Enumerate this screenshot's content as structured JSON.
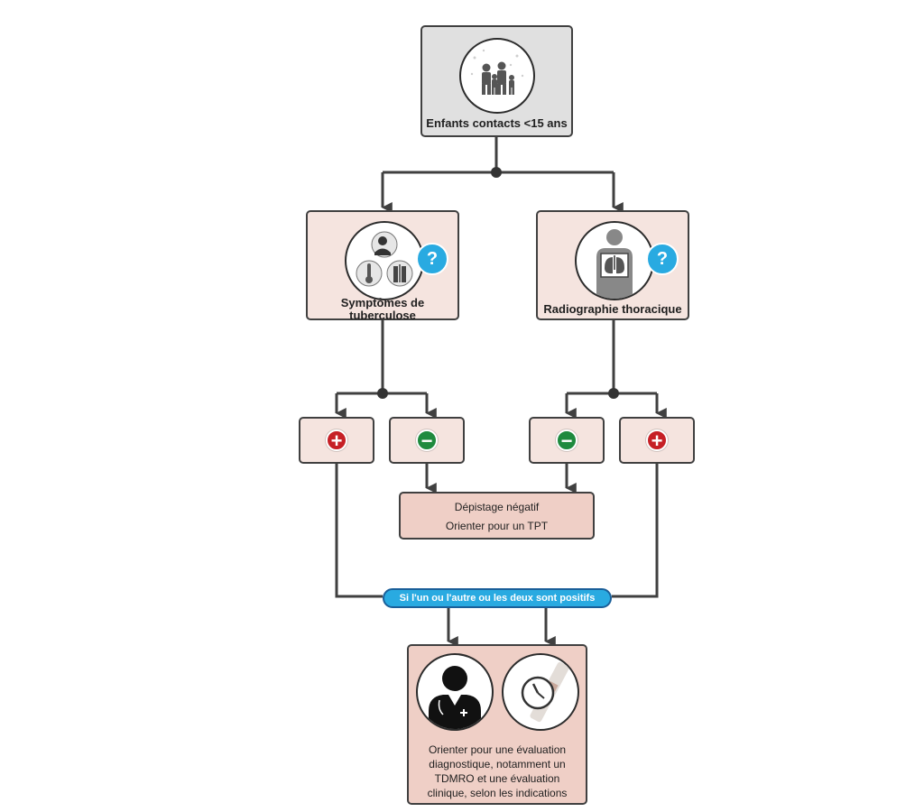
{
  "top": {
    "label": "Enfants contacts <15 ans",
    "icon": "family-icon"
  },
  "symptoms": {
    "label": "Symptômes de tuberculose",
    "icon": "symptoms-icon",
    "badge": "?"
  },
  "xray": {
    "label": "Radiographie thoracique",
    "icon": "chest-xray-icon",
    "badge": "?"
  },
  "signs": {
    "plus": "+",
    "minus": "−"
  },
  "negative": {
    "line1": "Dépistage négatif",
    "line2": "Orienter pour un TPT"
  },
  "positive_label": "Si l'un ou l'autre ou les deux sont positifs",
  "final": {
    "label": "Orienter pour une évaluation diagnostique, notamment un TDMRO et une évaluation clinique, selon les indications",
    "icons": [
      "clinician-icon",
      "test-timer-icon"
    ]
  },
  "colors": {
    "positive": "#c62026",
    "negative": "#1e8a3e",
    "question": "#29aae1",
    "box_fill": "#f5e4df",
    "connector": "#404040"
  }
}
